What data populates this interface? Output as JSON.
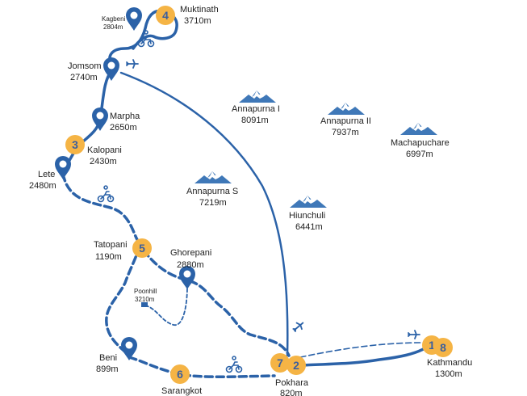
{
  "colors": {
    "route": "#2b62a8",
    "stop_fill": "#f5b445",
    "stop_text": "#3b5f9e",
    "mountain": "#3f78b8",
    "text": "#222222"
  },
  "places": {
    "kagbeni": {
      "name": "Kagbeni",
      "elev": "2804m"
    },
    "muktinath": {
      "name": "Muktinath",
      "elev": "3710m"
    },
    "jomsom": {
      "name": "Jomsom",
      "elev": "2740m"
    },
    "marpha": {
      "name": "Marpha",
      "elev": "2650m"
    },
    "kalopani": {
      "name": "Kalopani",
      "elev": "2430m"
    },
    "lete": {
      "name": "Lete",
      "elev": "2480m"
    },
    "tatopani": {
      "name": "Tatopani",
      "elev": "1190m"
    },
    "ghorepani": {
      "name": "Ghorepani",
      "elev": "2880m"
    },
    "poonhill": {
      "name": "Poonhill",
      "elev": "3210m"
    },
    "beni": {
      "name": "Beni",
      "elev": "899m"
    },
    "sarangkot": {
      "name": "Sarangkot"
    },
    "pokhara": {
      "name": "Pokhara",
      "elev": "820m"
    },
    "kathmandu": {
      "name": "Kathmandu",
      "elev": "1300m"
    }
  },
  "peaks": {
    "annapurna_1": {
      "name": "Annapurna I",
      "elev": "8091m"
    },
    "annapurna_2": {
      "name": "Annapurna II",
      "elev": "7937m"
    },
    "machapuchare": {
      "name": "Machapuchare",
      "elev": "6997m"
    },
    "annapurna_s": {
      "name": "Annapurna S",
      "elev": "7219m"
    },
    "hiunchuli": {
      "name": "Hiunchuli",
      "elev": "6441m"
    }
  },
  "stops": {
    "s1": "1",
    "s2": "2",
    "s3": "3",
    "s4": "4",
    "s5": "5",
    "s6": "6",
    "s7": "7",
    "s8": "8"
  }
}
